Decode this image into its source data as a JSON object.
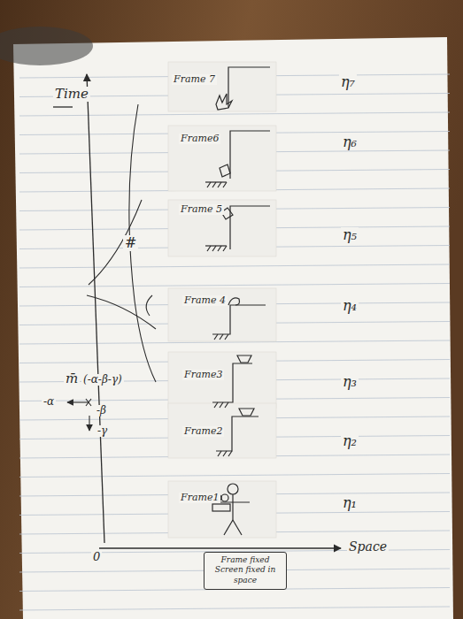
{
  "diagram": {
    "nodes": [
      {
        "text": [
          "Frame fixed Screen fixed in space"
        ]
      }
    ],
    "labels": [
      "Time",
      "Space",
      "0",
      "#",
      "m̄",
      "(-α-β-γ)",
      "-α",
      "-β",
      "-γ",
      "Frame 7",
      "η₇",
      "Frame6",
      "η₆",
      "Frame 5",
      "η₅",
      "Frame 4",
      "η₄",
      "Frame3",
      "η₃",
      "Frame2",
      "η₂",
      "Frame1",
      "η₁"
    ]
  }
}
